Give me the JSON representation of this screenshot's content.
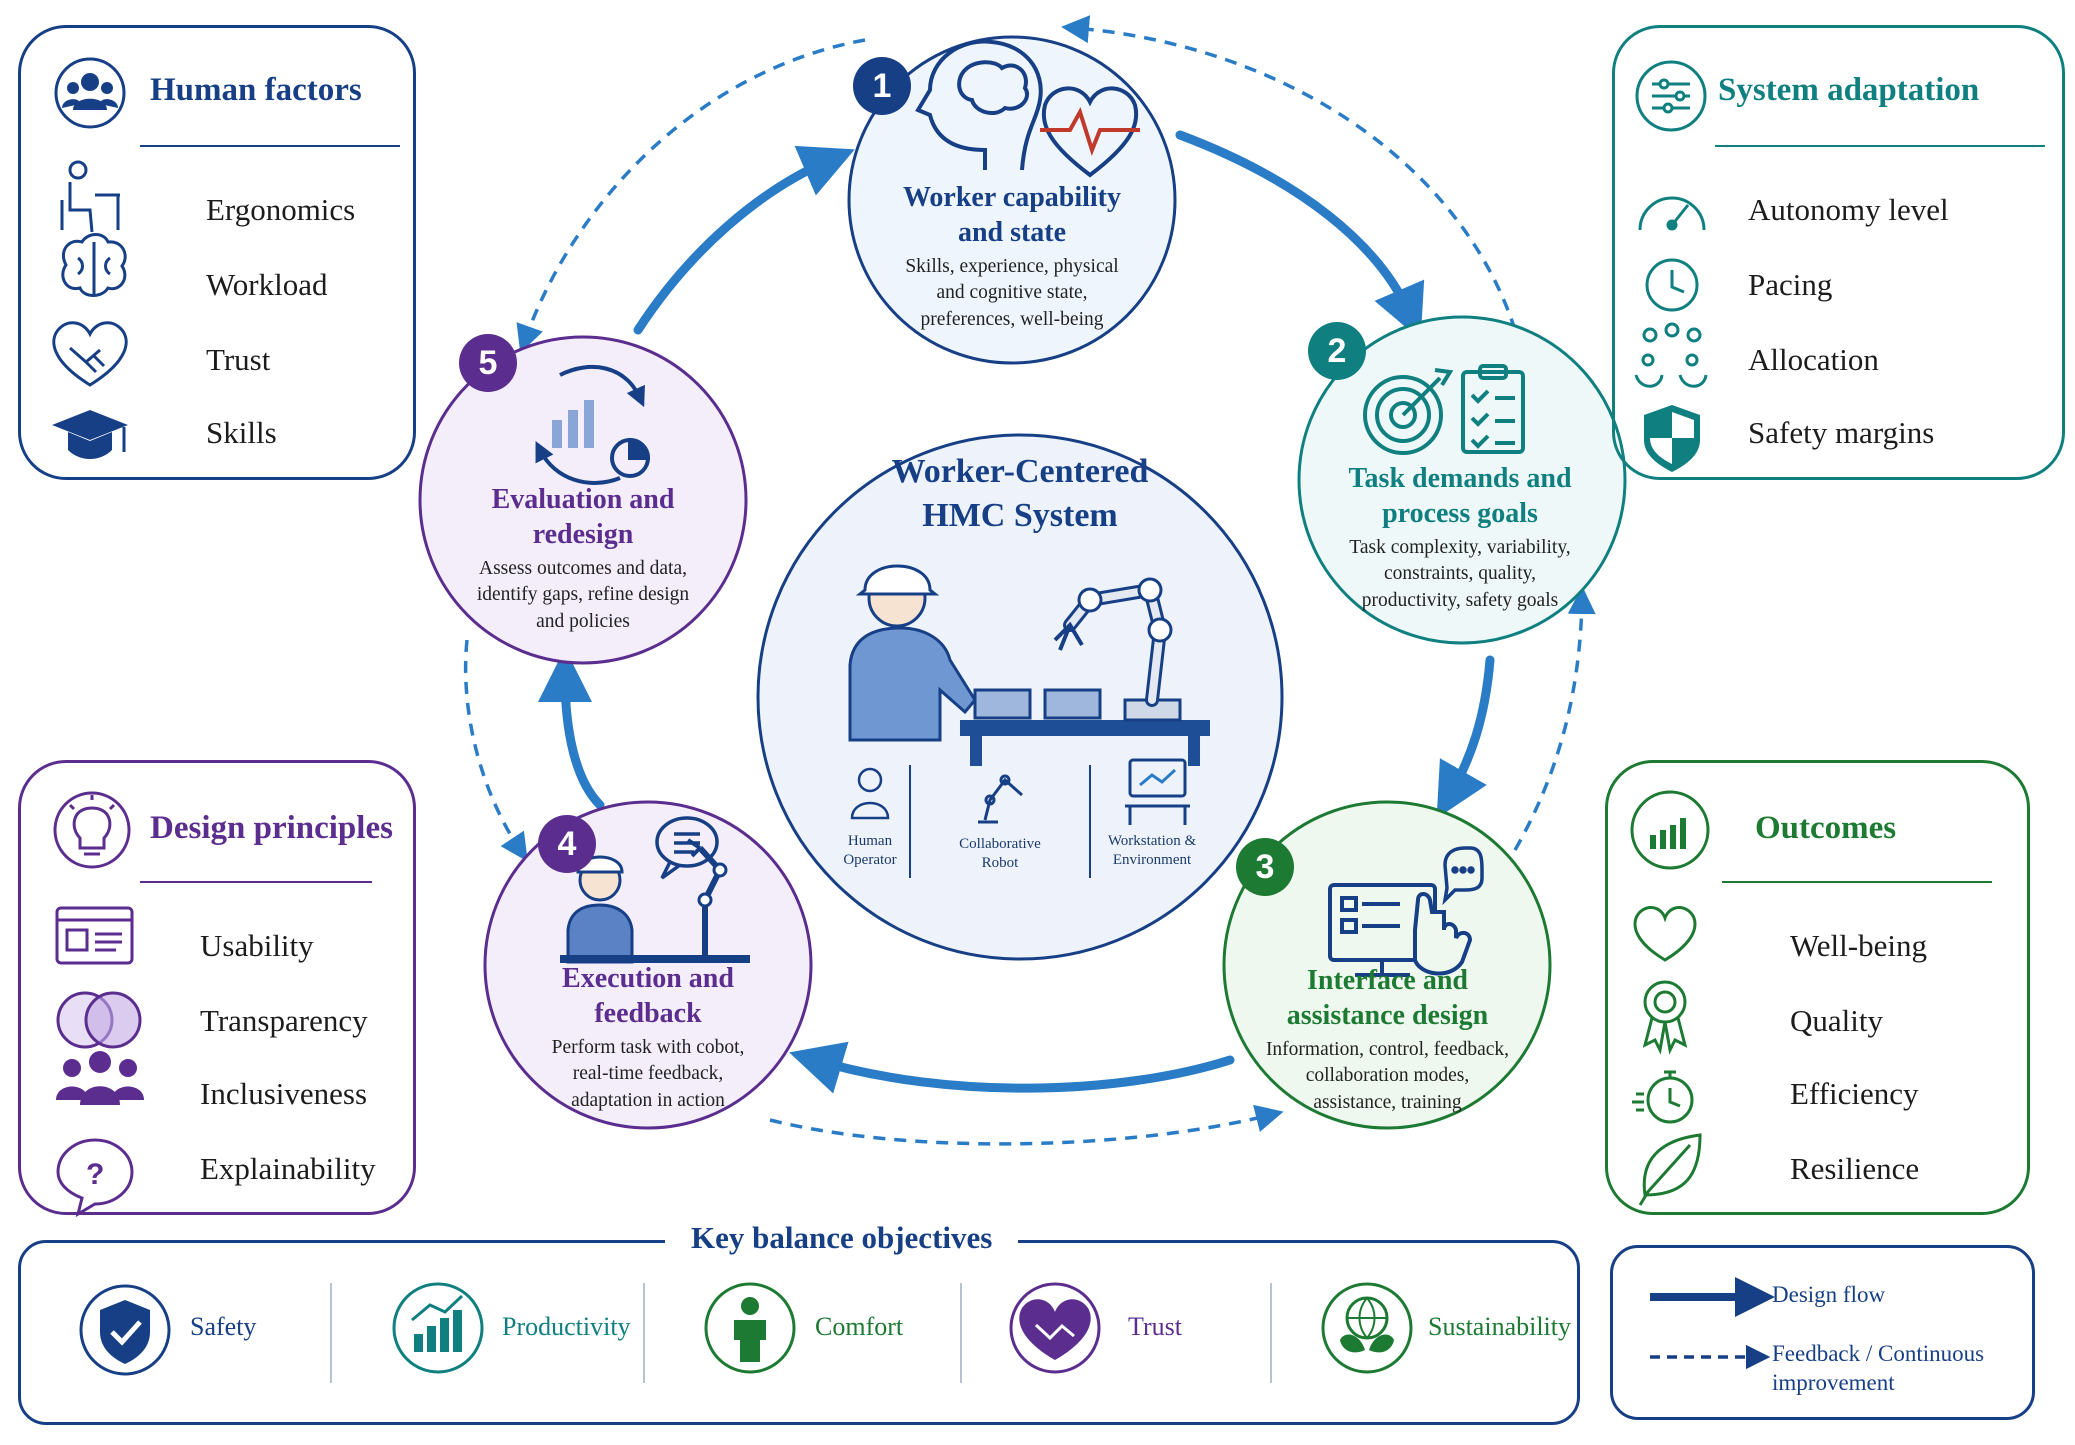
{
  "center": {
    "title_line1": "Worker-Centered",
    "title_line2": "HMC System",
    "sub1": "Human",
    "sub1b": "Operator",
    "sub2": "Collaborative",
    "sub2b": "Robot",
    "sub3": "Workstation &",
    "sub3b": "Environment"
  },
  "stages": [
    {
      "num": "1",
      "title_line1": "Worker capability",
      "title_line2": "and state",
      "desc": [
        "Skills, experience, physical",
        "and cognitive state,",
        "preferences, well-being"
      ]
    },
    {
      "num": "2",
      "title_line1": "Task demands and",
      "title_line2": "process goals",
      "desc": [
        "Task complexity, variability,",
        "constraints, quality,",
        "productivity, safety goals"
      ]
    },
    {
      "num": "3",
      "title_line1": "Interface and",
      "title_line2": "assistance design",
      "desc": [
        "Information, control, feedback,",
        "collaboration modes,",
        "assistance, training"
      ]
    },
    {
      "num": "4",
      "title_line1": "Execution and",
      "title_line2": "feedback",
      "desc": [
        "Perform task with cobot,",
        "real-time feedback,",
        "adaptation in action"
      ]
    },
    {
      "num": "5",
      "title_line1": "Evaluation and",
      "title_line2": "redesign",
      "desc": [
        "Assess outcomes and data,",
        "identify gaps, refine design",
        "and policies"
      ]
    }
  ],
  "panels": {
    "human_factors": {
      "title": "Human factors",
      "items": [
        "Ergonomics",
        "Workload",
        "Trust",
        "Skills"
      ]
    },
    "system_adaptation": {
      "title": "System adaptation",
      "items": [
        "Autonomy level",
        "Pacing",
        "Allocation",
        "Safety margins"
      ]
    },
    "design_principles": {
      "title": "Design principles",
      "items": [
        "Usability",
        "Transparency",
        "Inclusiveness",
        "Explainability"
      ]
    },
    "outcomes": {
      "title": "Outcomes",
      "items": [
        "Well-being",
        "Quality",
        "Efficiency",
        "Resilience"
      ]
    }
  },
  "objectives": {
    "title": "Key balance objectives",
    "items": [
      "Safety",
      "Productivity",
      "Comfort",
      "Trust",
      "Sustainability"
    ]
  },
  "legend": {
    "design_flow": "Design flow",
    "feedback_line1": "Feedback / Continuous",
    "feedback_line2": "improvement"
  },
  "colors": {
    "navy": "#173f86",
    "teal": "#0f7f80",
    "green": "#1d7a32",
    "purple": "#5b2d8f",
    "blue_arrow": "#2a7cc7"
  }
}
